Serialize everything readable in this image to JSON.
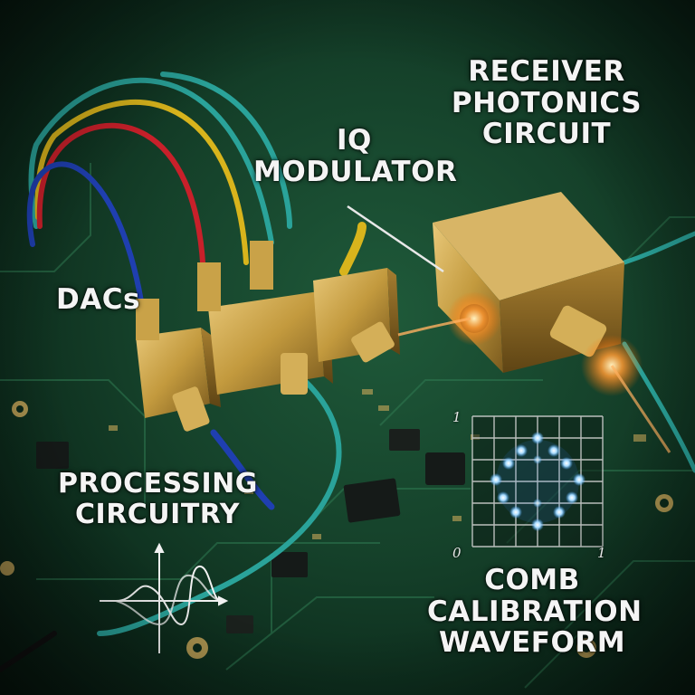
{
  "labels": {
    "receiver_line1": "RECEIVER",
    "receiver_line2": "PHOTONICS",
    "receiver_line3": "CIRCUIT",
    "iq_line1": "IQ",
    "iq_line2": "MODULATOR",
    "dacs": "DACs",
    "processing_line1": "PROCESSING",
    "processing_line2": "CIRCUITRY",
    "comb_line1": "COMB",
    "comb_line2": "CALIBRATION",
    "comb_line3": "WAVEFORM"
  },
  "constellation_axes": {
    "y_top": "1",
    "origin": "0",
    "x_right": "1"
  },
  "colors": {
    "pcb": "#1a4d33",
    "gold": "#c8a24a",
    "cable_blue": "#1f3fb0",
    "cable_red": "#c8202a",
    "cable_yellow": "#d8b41c",
    "cable_teal": "#2aa39a",
    "laser_glow": "#ff8a2a",
    "constellation_point": "#bfe6ff"
  }
}
